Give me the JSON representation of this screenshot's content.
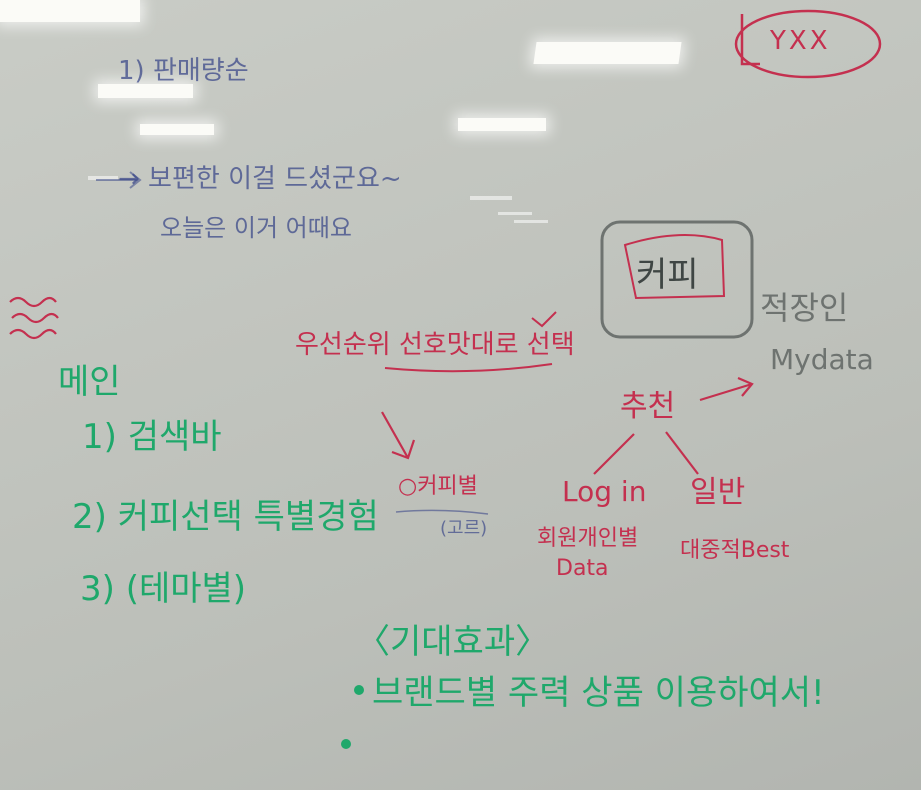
{
  "colors": {
    "blue_marker": "#3d4a8a",
    "red_marker": "#c4304f",
    "green_marker": "#1fa86b",
    "grey_marker": "#6e7370",
    "board": "#c2c5bf"
  },
  "top_blue": {
    "heading": "1) 판매량순",
    "line1": "→ 보편한 이걸 드셨군요~",
    "line2": "오늘은 이거 어때요"
  },
  "top_right": {
    "badge": "YXX"
  },
  "coffee_box": {
    "label": "커피"
  },
  "grey_notes": {
    "line1": "적장인",
    "line2": "Mydata"
  },
  "red": {
    "squiggle": "~~~",
    "priority": "우선순위 선호맛대로 선택",
    "per_flavor": "○커피별",
    "recommend": "추천",
    "login": "Log in",
    "general": "일반",
    "member_data_line1": "회원개인별",
    "member_data_line2": "Data",
    "public_best": "대중적Best"
  },
  "green": {
    "main_header": "메인",
    "item1": "1) 검색바",
    "item2": "2) 커피선택 특별경험",
    "item2_note": "(고르)",
    "item3": "3) (테마별)",
    "expectation": "〈기대효과〉",
    "bullet1": "브랜드별 주력 상품 이용하여서!"
  }
}
